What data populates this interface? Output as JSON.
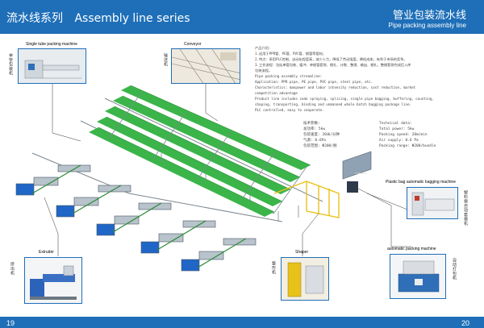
{
  "header": {
    "series_cn": "流水线系列",
    "series_en": "Assembly line series",
    "title_cn": "管业包装流水线",
    "title_en": "Pipe packing assembly line"
  },
  "photos": {
    "single_tube": {
      "title": "Single tube packing machine",
      "side_label": "单管包装机"
    },
    "conveyor": {
      "title": "Conveyor",
      "side_label": "输送机"
    },
    "extruder": {
      "title": "Extruder",
      "side_label": "挤出机"
    },
    "shaper": {
      "title": "Shaper",
      "side_label": "整形机"
    },
    "bagging": {
      "title": "Plastic bag automatic bagging machine",
      "side_label": "塑料袋自动套袋机"
    },
    "auto_packing": {
      "title": "automatic packing machine",
      "side_label": "自动打包机"
    }
  },
  "intro": {
    "heading": "产品介绍:",
    "lines": [
      "1.适用于PPR管、PE管、PVC管、钢管等管材。",
      "2.特点：采用PLC控制，自动化程度高，减少人力，降低了劳动强度，降低成本，有利于市场的竞争。",
      "3.工作流程：包括单管包装、缓冲、单根管套袋、捆扎、计数、整理、输出、捆扎，整捆套袋完成后入库",
      "   包装流程。",
      "Pipe packing assembly streamline:",
      "Application: PPR pipe, PE pipe, PVC pipe, steel pipe, etc.",
      "Characteristics: manpower and labor intensity reduction, cost reduction, market",
      "   competition advantage",
      "Product line includes code spraying, splicing, single pipe bagging, buffering, counting,",
      "   shaping, transporting, binding and unmanned whole batch bagging package line.",
      "PLC controlled, easy to cooperate."
    ]
  },
  "tech_cn": {
    "heading": "技术参数:",
    "lines": [
      "总功率: 5kw",
      "包装速度: 20米/分钟",
      "气源: 0.6Pa",
      "包装范围: Φ200/捆"
    ]
  },
  "tech_en": {
    "heading": "Technical data:",
    "lines": [
      "Total power: 5kw",
      "Packing speed: 20m/min",
      "Air supply: 0.6 Pa",
      "Packing range: Φ200/bundle"
    ]
  },
  "footer": {
    "left_page": "19",
    "right_page": "20"
  },
  "colors": {
    "brand_blue": "#1e6fb8",
    "conveyor_green": "#3bb54a",
    "frame_gray": "#7d8790"
  }
}
